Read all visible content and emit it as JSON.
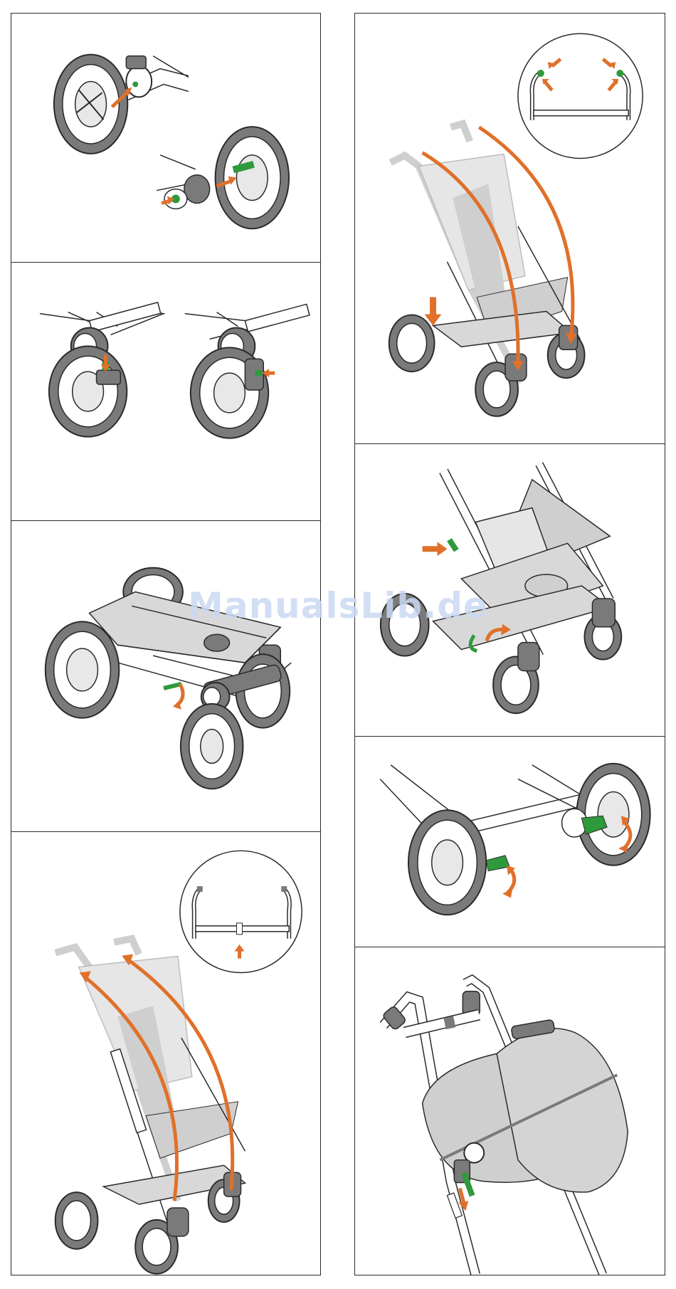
{
  "watermark": {
    "text": "ManualsLib.de"
  },
  "colors": {
    "accent_arrow": "#e0702a",
    "accent_part": "#2f9a3c",
    "tire": "#7a7a7a",
    "frame": "#ffffff",
    "fabric": "#cfcfcf",
    "line": "#2a2a2a"
  },
  "panels": [
    {
      "id": "left-1",
      "depicts": "rear-wheel-attach"
    },
    {
      "id": "left-2",
      "depicts": "front-swivel-wheel-attach"
    },
    {
      "id": "left-3",
      "depicts": "chassis-unfold-lever"
    },
    {
      "id": "left-4",
      "depicts": "handlebar-raise"
    },
    {
      "id": "right-1",
      "depicts": "handlebar-fold-down"
    },
    {
      "id": "right-2",
      "depicts": "chassis-fold-release"
    },
    {
      "id": "right-3",
      "depicts": "rear-brake-pedal"
    },
    {
      "id": "right-4",
      "depicts": "carrycot-attach"
    }
  ]
}
